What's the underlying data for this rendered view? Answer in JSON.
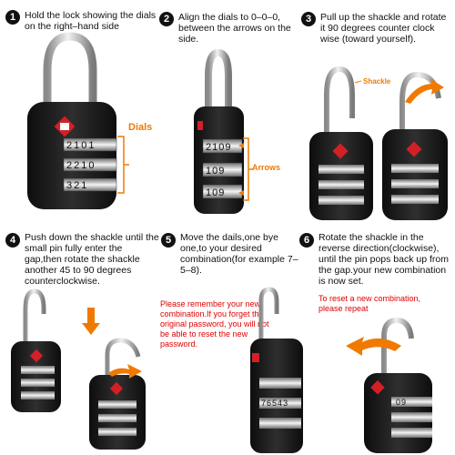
{
  "steps": [
    {
      "num": "1",
      "text": "Hold the lock showing the dials on the right–hand side"
    },
    {
      "num": "2",
      "text": "Align the dials to 0–0–0, between the arrows on the side."
    },
    {
      "num": "3",
      "text": "Pull up the shackle and rotate it 90 degrees counter clock wise (toward yourself)."
    },
    {
      "num": "4",
      "text": "Push down the shackle until the small pin fully enter the gap,then rotate the shackle another 45 to 90 degrees counterclockwise."
    },
    {
      "num": "5",
      "text": "Move the dails,one bye one,to your desired combination(for example 7–5–8)."
    },
    {
      "num": "6",
      "text": "Rotate the shackle in the reverse direction(clockwise), until the pin pops back up from the gap.your new combination is now set."
    }
  ],
  "labels": {
    "dials": "Dials",
    "arrows": "Arrows",
    "shackle": "Shackle"
  },
  "notes": {
    "remember": "Please remember your new combination.If you forget the original password, you will not be able to reset the new password.",
    "reset": "To reset a new combination, please repeat"
  },
  "dial_digits": {
    "lock1": [
      "2",
      "1",
      "0",
      "1",
      "2",
      "2",
      "1",
      "0",
      "3",
      "2",
      "1"
    ],
    "lock2": [
      "2",
      "1",
      "0",
      "9",
      "1",
      "0",
      "9",
      "1",
      "0",
      "9"
    ],
    "lock5": [
      "7",
      "6",
      "5",
      "4",
      "3"
    ],
    "lock6": [
      "0",
      "9"
    ]
  },
  "colors": {
    "accent": "#f07a00",
    "warning": "#e00000",
    "lock_body": "#1e1e1e",
    "tsa_red": "#d32027"
  }
}
